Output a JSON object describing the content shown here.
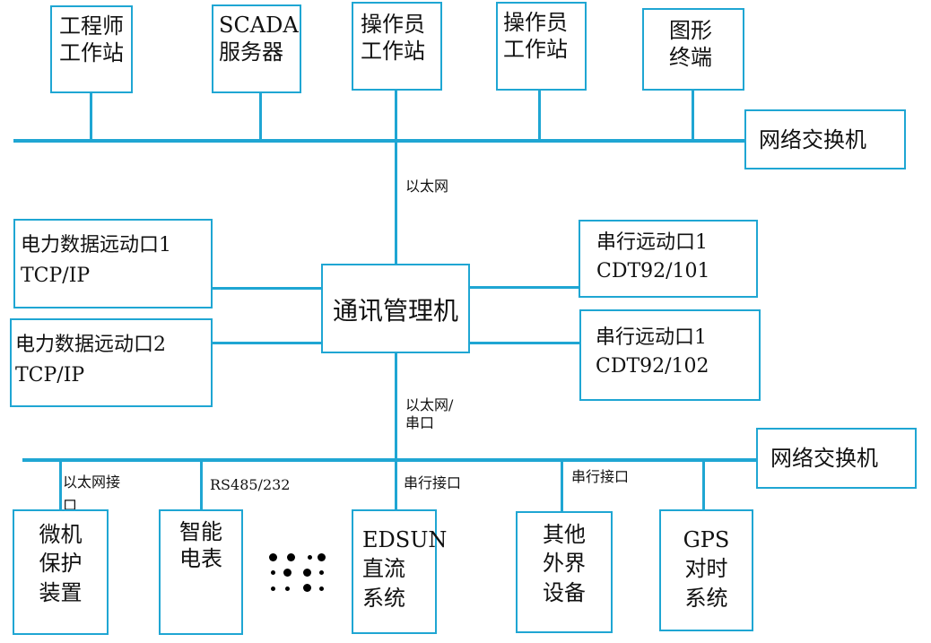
{
  "top_nodes": [
    {
      "id": "engineer",
      "label": "工程师\n工作站"
    },
    {
      "id": "scada",
      "label": "SCADA\n服务器"
    },
    {
      "id": "operator1",
      "label": "操作员\n工作站"
    },
    {
      "id": "operator2",
      "label": "操作员\n工作站"
    },
    {
      "id": "graphic",
      "label": "图形\n终端"
    }
  ],
  "switch_top": "网络交换机",
  "switch_bottom": "网络交换机",
  "center": "通讯管理机",
  "link_top": "以太网",
  "link_bottom": "以太网/\n串口",
  "left_ports": [
    {
      "line1": "电力数据远动口1",
      "line2": "TCP/IP"
    },
    {
      "line1": "电力数据远动口2",
      "line2": "TCP/IP"
    }
  ],
  "right_ports": [
    {
      "line1": "串行远动口1",
      "line2": "CDT92/101"
    },
    {
      "line1": "串行远动口1",
      "line2": "CDT92/102"
    }
  ],
  "bottom_links": {
    "ethernet_port": "以太网接\n口",
    "rs485": "RS485/232",
    "serial1": "串行接口",
    "serial2": "串行接口"
  },
  "bottom_nodes": [
    {
      "id": "relay",
      "label": "微机\n保护\n装置"
    },
    {
      "id": "meter",
      "label": "智能\n电表"
    },
    {
      "id": "edsun",
      "label": "EDSUN\n直流\n系统"
    },
    {
      "id": "other",
      "label": "其他\n外界\n设备"
    },
    {
      "id": "gps",
      "label": "GPS\n对时\n系统"
    }
  ],
  "colors": {
    "line": "#1fa6d3",
    "text": "#111111"
  }
}
